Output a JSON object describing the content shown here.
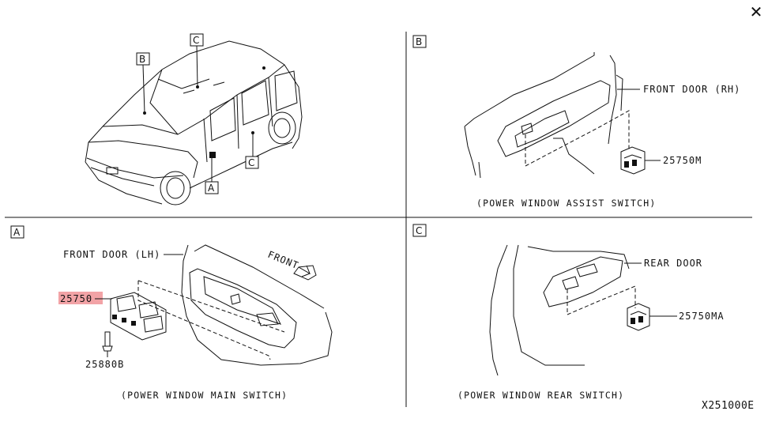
{
  "close_label": "✕",
  "callouts": {
    "a": "A",
    "b": "B",
    "c": "C"
  },
  "panel_b": {
    "front_door": "FRONT DOOR (RH)",
    "part": "25750M",
    "caption": "(POWER WINDOW ASSIST SWITCH)"
  },
  "panel_a": {
    "front_door": "FRONT DOOR (LH)",
    "front": "FRONT",
    "part_main": "25750",
    "part_screw": "25880B",
    "caption": "(POWER WINDOW MAIN SWITCH)"
  },
  "panel_c": {
    "rear_door": "REAR DOOR",
    "part": "25750MA",
    "caption": "(POWER WINDOW REAR SWITCH)"
  },
  "diagram_code": "X251000E",
  "colors": {
    "highlight": "#f2a3a6",
    "line": "#111111"
  }
}
